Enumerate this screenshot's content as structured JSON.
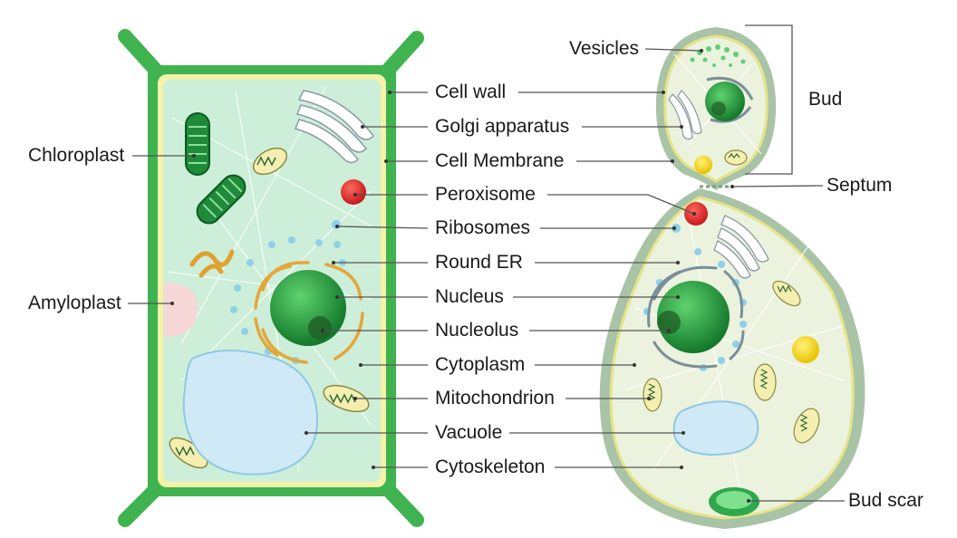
{
  "center_labels": {
    "cell_wall": "Cell wall",
    "golgi": "Golgi apparatus",
    "membrane": "Cell Membrane",
    "peroxisome": "Peroxisome",
    "ribosomes": "Ribosomes",
    "round_er": "Round ER",
    "nucleus": "Nucleus",
    "nucleolus": "Nucleolus",
    "cytoplasm": "Cytoplasm",
    "mitochondrion": "Mitochondrion",
    "vacuole": "Vacuole",
    "cytoskeleton": "Cytoskeleton"
  },
  "plant_labels": {
    "chloroplast": "Chloroplast",
    "amyloplast": "Amyloplast"
  },
  "yeast_labels": {
    "vesicles": "Vesicles",
    "bud": "Bud",
    "septum": "Septum",
    "bud_scar": "Bud scar"
  },
  "colors": {
    "cell_wall": "#3fb34f",
    "cytoplasm": "#cdeed8",
    "nucleus": "#1e9a3c",
    "vacuole": "#cfeaf6",
    "yeast_wall": "#a9c3a6",
    "peroxisome": "#e0262a"
  }
}
